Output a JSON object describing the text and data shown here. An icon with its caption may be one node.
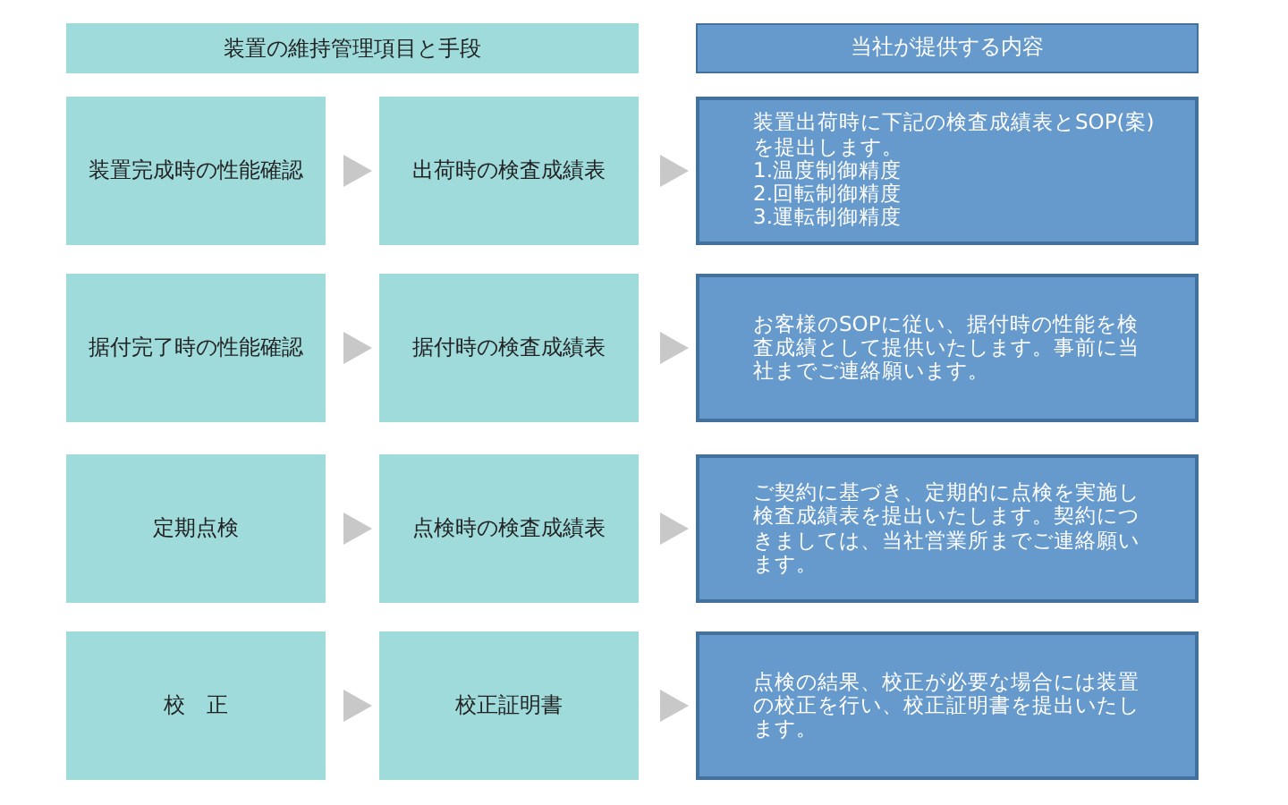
{
  "diagram": {
    "nodes": [
      {
        "text": [
          "装置の維持管理項目と手段"
        ]
      },
      {
        "text": [
          "当社が提供する内容"
        ]
      },
      {
        "text": [
          "装置完成時の性能確認"
        ]
      },
      {
        "text": [
          "出荷時の検査成績表"
        ]
      },
      {
        "text": [
          "装置出荷時に下記の検査成績表とSOP(案)を提出します。",
          "1.温度制御精度",
          "2.回転制御精度",
          "3.運転制御精度"
        ]
      },
      {
        "text": [
          "据付完了時の性能確認"
        ]
      },
      {
        "text": [
          "据付時の検査成績表"
        ]
      },
      {
        "text": [
          "お客様のSOPに従い、据付時の性能を検査成績として提供いたします。事前に当社までご連絡願います。"
        ]
      },
      {
        "text": [
          "定期点検"
        ]
      },
      {
        "text": [
          "点検時の検査成績表"
        ]
      },
      {
        "text": [
          "ご契約に基づき、定期的に点検を実施し検査成績表を提出いたします。契約につきましては、当社営業所までご連絡願います。"
        ]
      },
      {
        "text": [
          "校　正"
        ]
      },
      {
        "text": [
          "校正証明書"
        ]
      },
      {
        "text": [
          "点検の結果、校正が必要な場合には装置の校正を行い、校正証明書を提出いたします。"
        ]
      }
    ],
    "edges": [
      {
        "from": 2,
        "to": 3,
        "arrow": "to"
      },
      {
        "from": 3,
        "to": 4,
        "arrow": "to"
      },
      {
        "from": 5,
        "to": 6,
        "arrow": "to"
      },
      {
        "from": 6,
        "to": 7,
        "arrow": "to"
      },
      {
        "from": 8,
        "to": 9,
        "arrow": "to"
      },
      {
        "from": 9,
        "to": 10,
        "arrow": "to"
      },
      {
        "from": 11,
        "to": 12,
        "arrow": "to"
      },
      {
        "from": 12,
        "to": 13,
        "arrow": "to"
      }
    ]
  }
}
